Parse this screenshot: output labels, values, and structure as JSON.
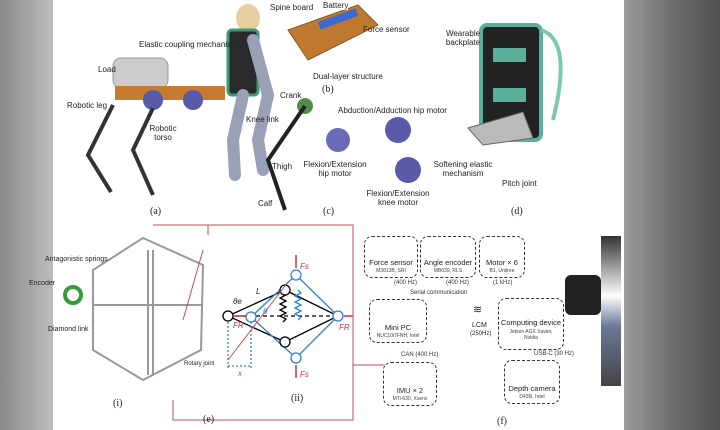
{
  "panels": {
    "a": "(a)",
    "b": "(b)",
    "c": "(c)",
    "d": "(d)",
    "e": "(e)",
    "e_i": "(i)",
    "e_ii": "(ii)",
    "f": "(f)"
  },
  "a": {
    "elastic": "Elastic coupling mechanism",
    "load": "Load",
    "leg": "Robotic leg",
    "torso": "Robotic torso"
  },
  "b": {
    "spine": "Spine board",
    "battery": "Battery",
    "force": "Force sensor",
    "dual": "Dual-layer structure"
  },
  "c": {
    "crank": "Crank",
    "knee_link": "Knee link",
    "thigh": "Thigh",
    "calf": "Calf",
    "hip_fe": "Flexion/Extension hip motor",
    "hip_aa": "Abduction/Adduction hip motor",
    "knee_fe": "Flexion/Extension knee motor"
  },
  "d": {
    "backplate": "Wearable backplate",
    "softening": "Softening elastic mechanism",
    "pitch": "Pitch joint"
  },
  "e": {
    "springs": "Antagonistic springs",
    "encoder": "Encoder",
    "diamond": "Diamond link",
    "rotary": "Rotary joint",
    "theta_e": "θe",
    "L": "L",
    "theta": "θ",
    "Fs": "Fs",
    "FR": "FR",
    "x": "x"
  },
  "f": {
    "force": {
      "name": "Force sensor",
      "sub": "M3813B, SRI",
      "rate": "(400 Hz)"
    },
    "encoder": {
      "name": "Angle encoder",
      "sub": "MB039, RLS",
      "rate": "(400 Hz)"
    },
    "motor": {
      "name": "Motor × 6",
      "sub": "B1, Unitree",
      "rate": "(1 kHz)"
    },
    "serial": "Serial communication",
    "minipc": {
      "name": "Mini PC",
      "sub": "NUC10i7FNH, Intel"
    },
    "lcm": "LCM",
    "lcm_rate": "(250Hz)",
    "compute": {
      "name": "Computing device",
      "sub": "Jetson AGX Xavier, Nvidia"
    },
    "can": "CAN (400 Hz)",
    "usb": "USB-C (30 Hz)",
    "imu": {
      "name": "IMU × 2",
      "sub": "MTi-630, Xsens"
    },
    "camera": {
      "name": "Depth camera",
      "sub": "D435i, Intel"
    }
  },
  "colors": {
    "accent_red": "#d0303a",
    "blue": "#2e7fd6",
    "link_red": "#c0505a",
    "green": "#3a9a7a"
  }
}
